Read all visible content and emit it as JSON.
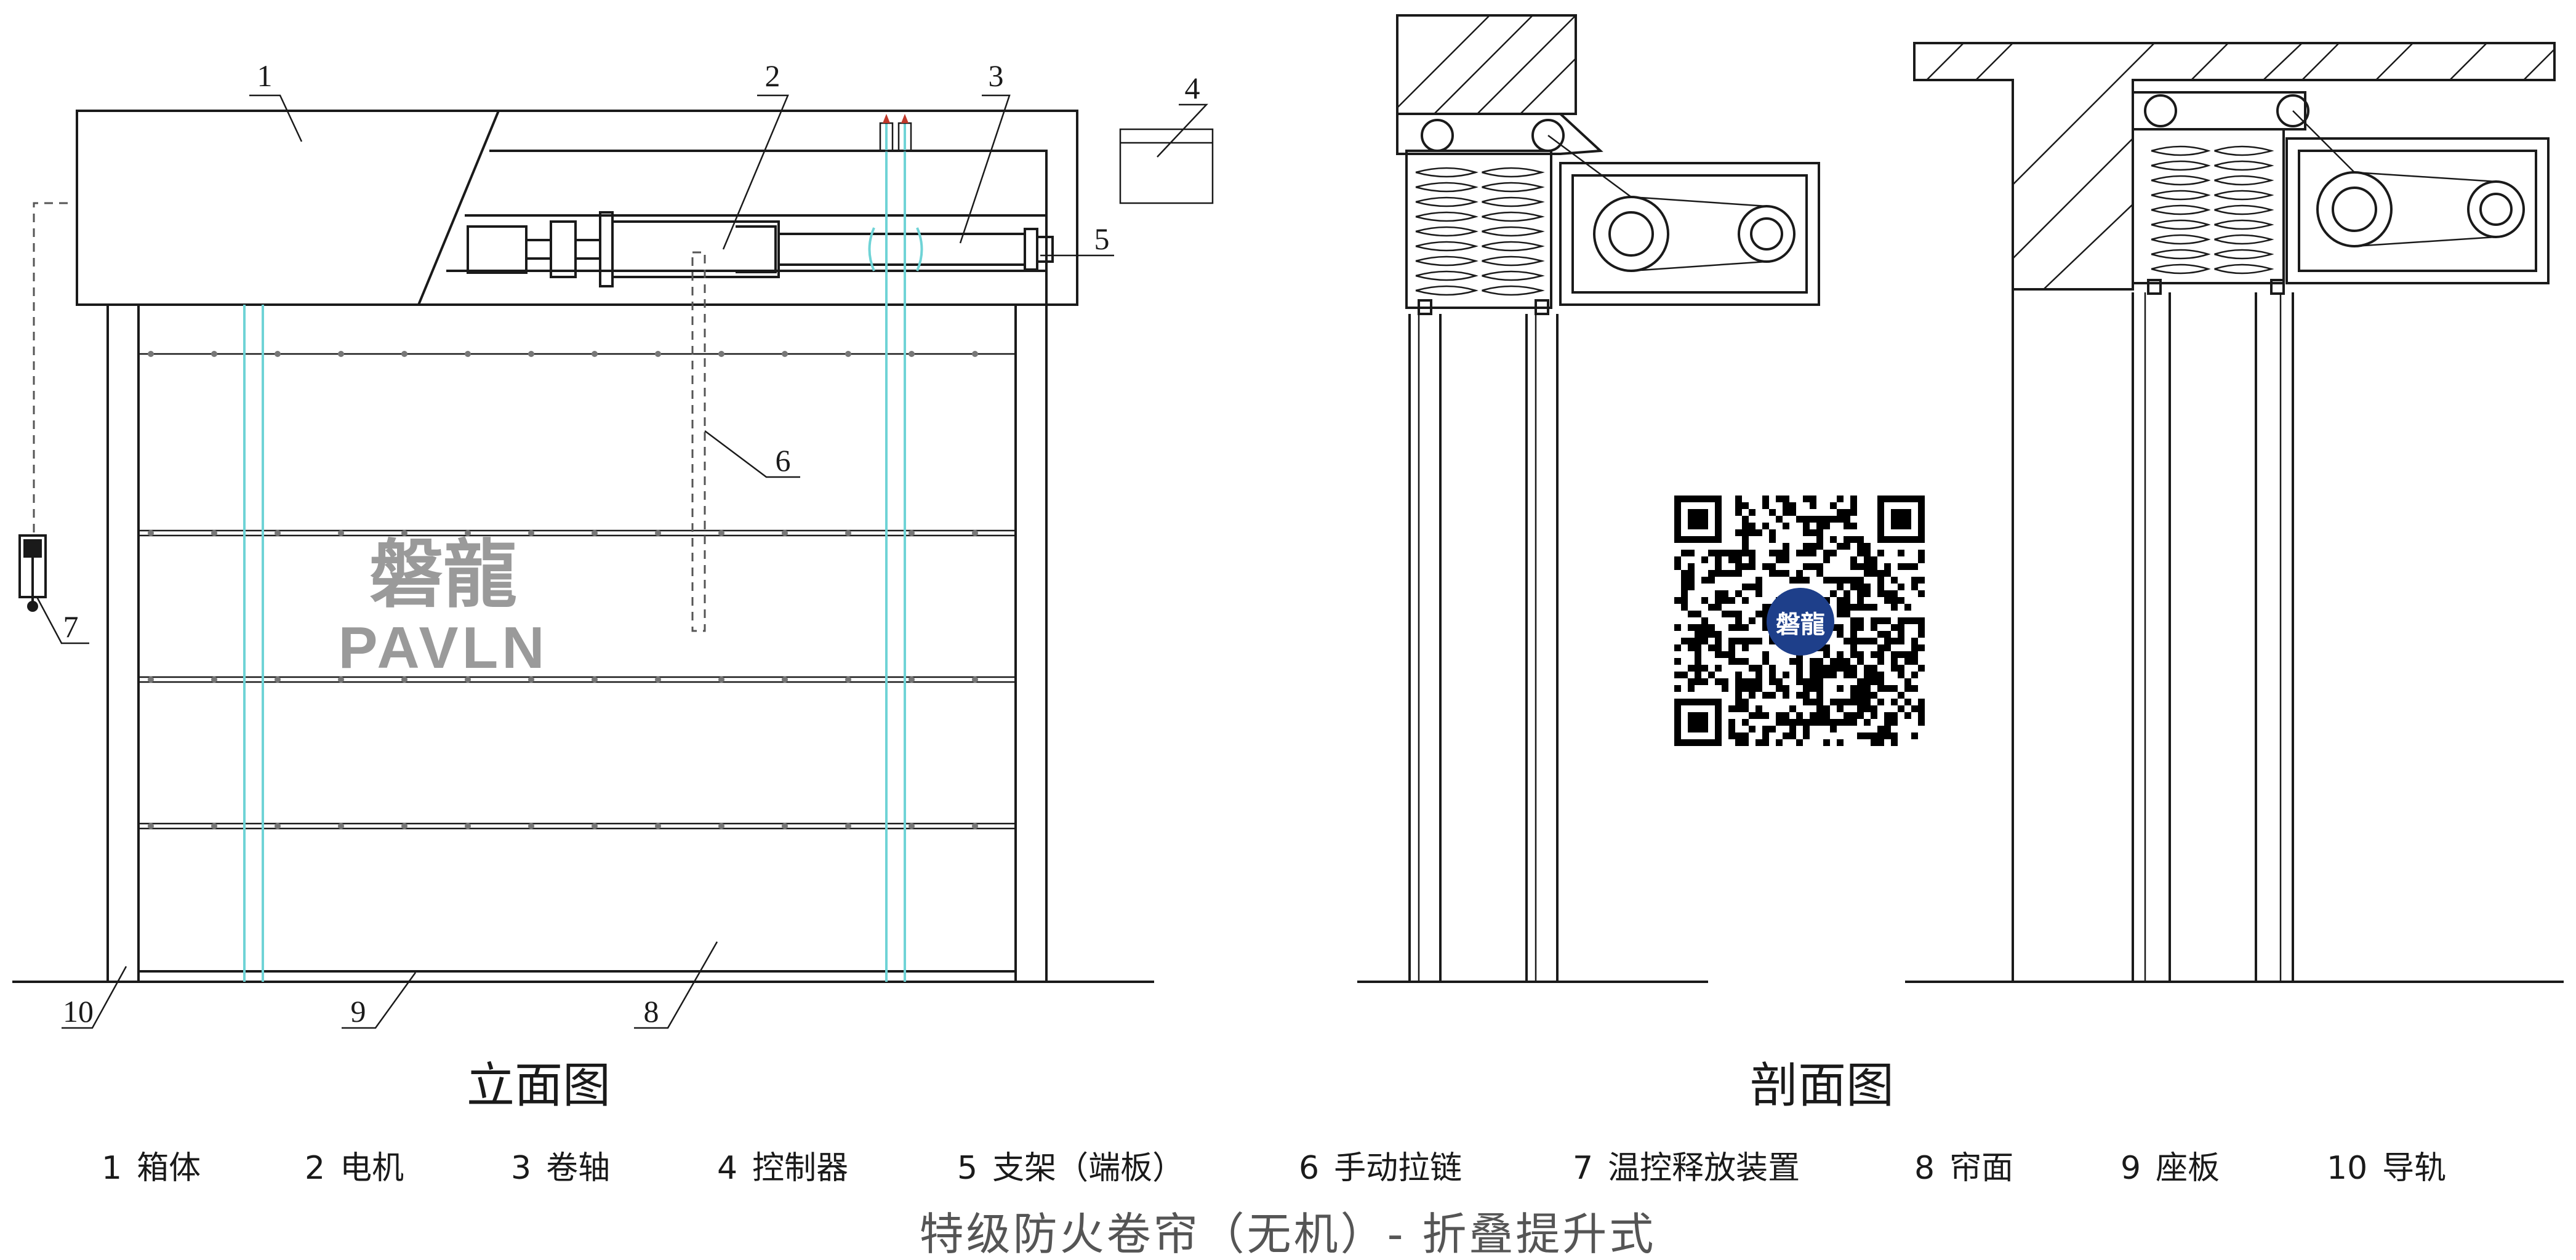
{
  "title": "特级防火卷帘（无机）- 折叠提升式",
  "views": {
    "elevation": "立面图",
    "section": "剖面图"
  },
  "callouts": [
    "1",
    "2",
    "3",
    "4",
    "5",
    "6",
    "7",
    "8",
    "9",
    "10"
  ],
  "legend": [
    {
      "num": "1",
      "label": "箱体"
    },
    {
      "num": "2",
      "label": "电机"
    },
    {
      "num": "3",
      "label": "卷轴"
    },
    {
      "num": "4",
      "label": "控制器"
    },
    {
      "num": "5",
      "label": "支架（端板）"
    },
    {
      "num": "6",
      "label": "手动拉链"
    },
    {
      "num": "7",
      "label": "温控释放装置"
    },
    {
      "num": "8",
      "label": "帘面"
    },
    {
      "num": "9",
      "label": "座板"
    },
    {
      "num": "10",
      "label": "导轨"
    }
  ],
  "watermark": {
    "brand_cn": "磐龍",
    "brand_en": "PAVLN"
  },
  "qr_badge": "磐龍",
  "colors": {
    "line": "#1a1a1a",
    "cable": "#6fd3d6",
    "title": "#555555",
    "badge": "#1e3f8a"
  }
}
